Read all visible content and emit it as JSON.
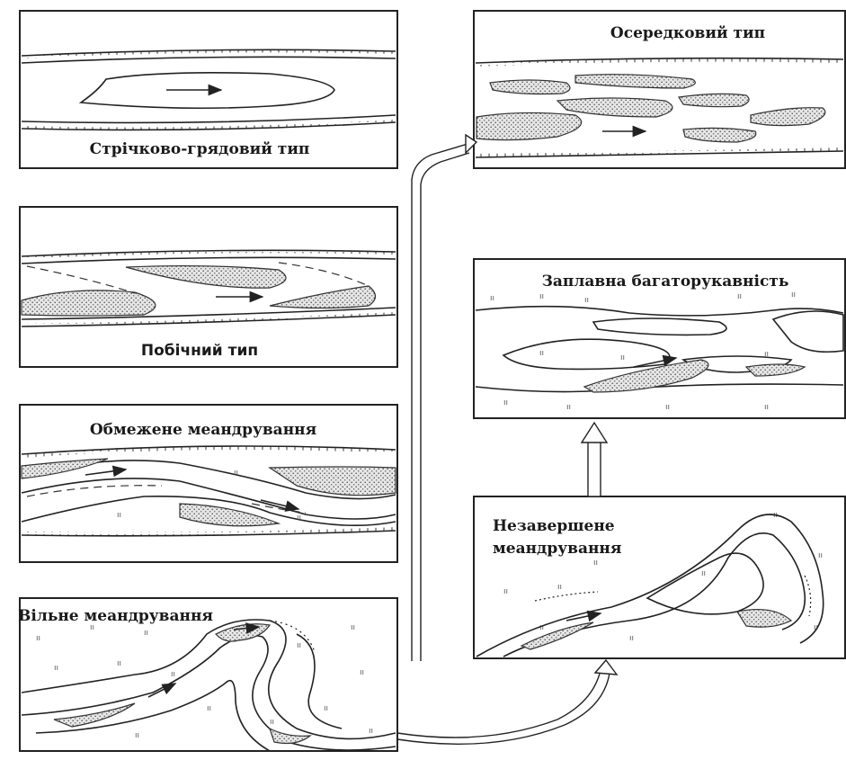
{
  "panels": {
    "ribbon_ridge": {
      "label": "Стрічково-грядовий тип"
    },
    "side_bar": {
      "label": "Побічний тип"
    },
    "limited_meander": {
      "label": "Обмежене меандрування"
    },
    "free_meander": {
      "label": "Вільне меандрування"
    },
    "mid_channel": {
      "label": "Осередковий тип"
    },
    "floodplain_multichannel": {
      "label": "Заплавна багаторукавність"
    },
    "incomplete_meander": {
      "label_line1": "Незавершене",
      "label_line2": "меандрування"
    }
  }
}
